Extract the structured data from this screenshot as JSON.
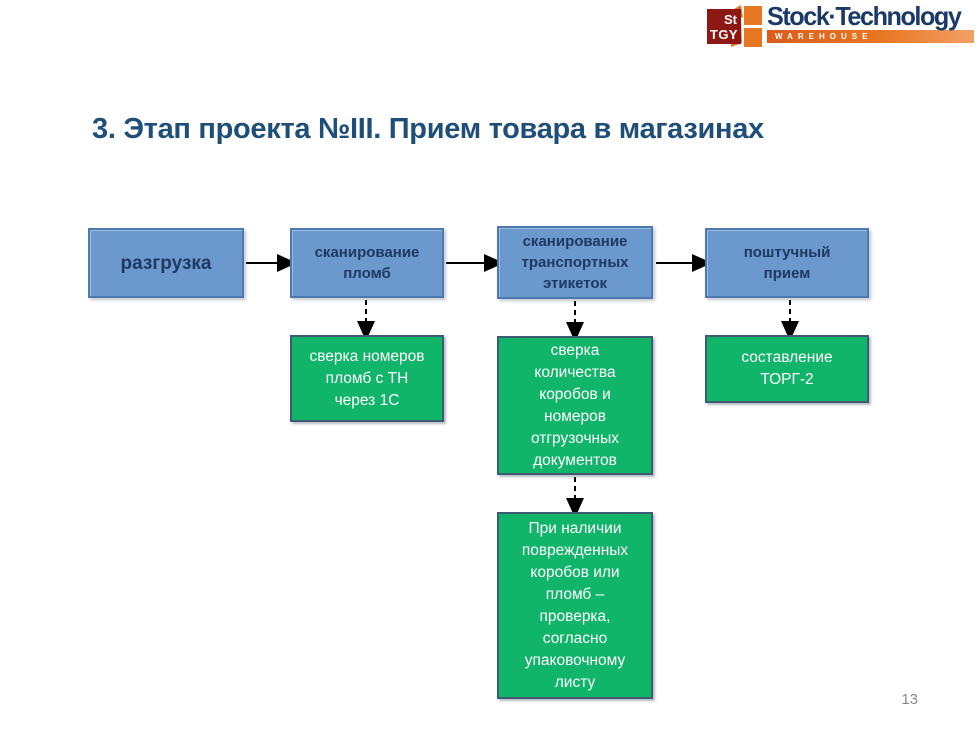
{
  "logo": {
    "icon_top": "St",
    "icon_bottom": "TGY",
    "brand": "Stock·Technology",
    "tagline": "WAREHOUSE"
  },
  "slide": {
    "title": "3. Этап проекта №III. Прием товара в магазинах",
    "page_number": "13"
  },
  "colors": {
    "title_text": "#1F4E79",
    "blue_box_fill": "#6B99CD",
    "blue_box_border": "#4D7AAE",
    "blue_box_text": "#1F3864",
    "green_box_fill": "#10B569",
    "green_box_border": "#3E5A75",
    "green_box_text": "#FFFFFF",
    "brand_navy": "#1B3A67",
    "brand_orange": "#E87722",
    "brand_red": "#8C1713",
    "arrow": "#000000"
  },
  "flowchart": {
    "top_row": [
      {
        "label": "разгрузка"
      },
      {
        "label": "сканирование\nпломб"
      },
      {
        "label": "сканирование\nтранспортных\nэтикеток"
      },
      {
        "label": "поштучный\nприем"
      }
    ],
    "detail_boxes": [
      {
        "label": "сверка номеров\nпломб с ТН\nчерез 1С"
      },
      {
        "label": "сверка\nколичества\nкоробов и\nномеров\nотгрузочных\nдокументов"
      },
      {
        "label": "составление\nТОРГ-2"
      },
      {
        "label": "При наличии\nповрежденных\nкоробов  или\nпломб –\nпроверка,\nсогласно\nупаковочному\nлисту"
      }
    ]
  }
}
